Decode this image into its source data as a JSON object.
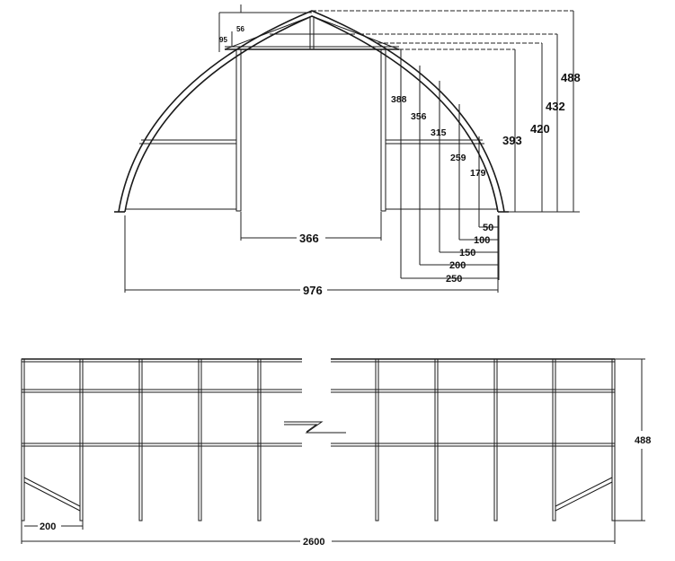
{
  "front_view": {
    "width": "976",
    "door_width": "366",
    "ridge_height": "488",
    "height_432": "432",
    "height_420": "420",
    "height_393": "393",
    "small_95": "95",
    "small_56": "56",
    "rib_heights": [
      "388",
      "356",
      "315",
      "259",
      "179"
    ],
    "rib_offsets": [
      "50",
      "100",
      "150",
      "200",
      "250"
    ]
  },
  "side_view": {
    "length": "2600",
    "height": "488",
    "end_offset": "200"
  }
}
